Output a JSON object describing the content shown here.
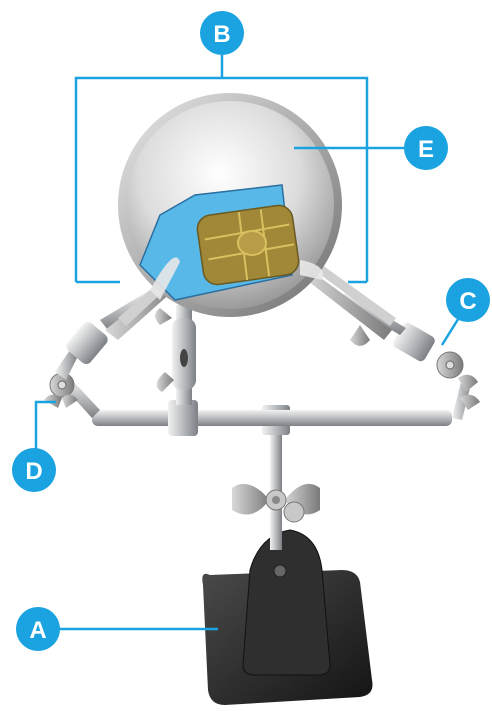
{
  "diagram": {
    "callouts": [
      {
        "id": "A",
        "label": "A",
        "color": "#1aa3e0"
      },
      {
        "id": "B",
        "label": "B",
        "color": "#1aa3e0"
      },
      {
        "id": "C",
        "label": "C",
        "color": "#1aa3e0"
      },
      {
        "id": "D",
        "label": "D",
        "color": "#1aa3e0"
      },
      {
        "id": "E",
        "label": "E",
        "color": "#1aa3e0"
      }
    ],
    "colors": {
      "leader_line": "#1aa3e0",
      "card": "#58b8e8",
      "chip": "#a08838",
      "base": "#2a2a2a",
      "metal": "#b8bcc0"
    }
  }
}
